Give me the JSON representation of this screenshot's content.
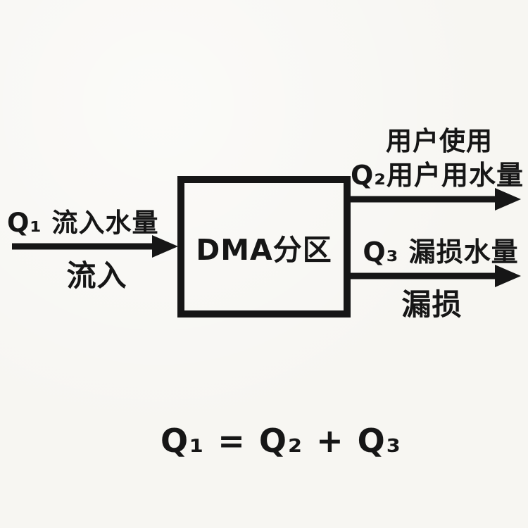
{
  "colors": {
    "background": "#f7f6f2",
    "ink": "#161616"
  },
  "diagram": {
    "inflow": {
      "label": "Q₁ 流入水量",
      "sublabel": "流入"
    },
    "box": {
      "label": "DMA分区"
    },
    "user_outflow": {
      "title": "用户使用",
      "label": "Q₂用户用水量"
    },
    "leak_outflow": {
      "label": "Q₃ 漏损水量",
      "sublabel": "漏损"
    },
    "equation": "Q₁ = Q₂ + Q₃"
  },
  "icons": {
    "inflow_arrow": "arrow-right",
    "user_outflow_arrow": "arrow-right",
    "leak_outflow_arrow": "arrow-right"
  }
}
